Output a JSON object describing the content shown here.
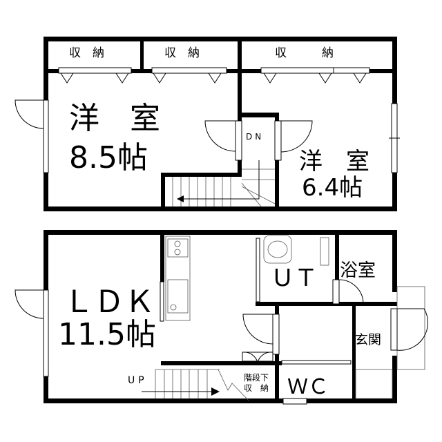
{
  "upper_floor": {
    "closets": [
      "収　納",
      "収　納",
      "収　　　納"
    ],
    "room_a": {
      "name": "洋　室",
      "size": "8.5帖"
    },
    "room_b": {
      "name": "洋　室",
      "size": "6.4帖"
    },
    "stair_label": "DN"
  },
  "lower_floor": {
    "ldk": {
      "name": "ＬＤＫ",
      "size": "11.5帖"
    },
    "utility": "ＵＴ",
    "bath": "浴室",
    "entrance": "玄関",
    "toilet": "ＷＣ",
    "under_stair_storage": [
      "階段下",
      "収　納"
    ],
    "stair_label": "UP"
  }
}
